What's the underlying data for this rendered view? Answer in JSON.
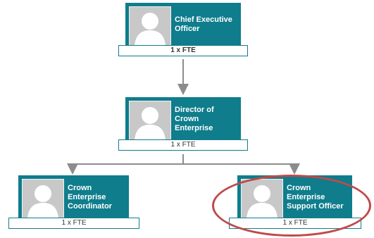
{
  "org_chart": {
    "nodes": [
      {
        "id": "ceo",
        "title": "Chief Executive\nOfficer",
        "fte": "1 x FTE",
        "fte_bold": true,
        "avatar_icon": "person-silhouette-icon"
      },
      {
        "id": "director",
        "title": "Director of\nCrown\nEnterprise",
        "fte": "1 x FTE",
        "fte_bold": false,
        "avatar_icon": "person-silhouette-icon"
      },
      {
        "id": "coordinator",
        "title": "Crown\nEnterprise\nCoordinator",
        "fte": "1 x FTE",
        "fte_bold": false,
        "avatar_icon": "person-silhouette-icon"
      },
      {
        "id": "support_officer",
        "title": "Crown\nEnterprise\nSupport Officer",
        "fte": "1 x FTE",
        "fte_bold": false,
        "avatar_icon": "person-silhouette-icon",
        "highlighted": true
      }
    ],
    "edges": [
      {
        "from": "ceo",
        "to": "director"
      },
      {
        "from": "director",
        "to": "coordinator"
      },
      {
        "from": "director",
        "to": "support_officer"
      }
    ],
    "colors": {
      "card_fill": "#0f7d8c",
      "avatar_fill": "#c8c8c8",
      "connector": "#8c8c8c",
      "highlight_ring": "#bf4a4a"
    }
  }
}
